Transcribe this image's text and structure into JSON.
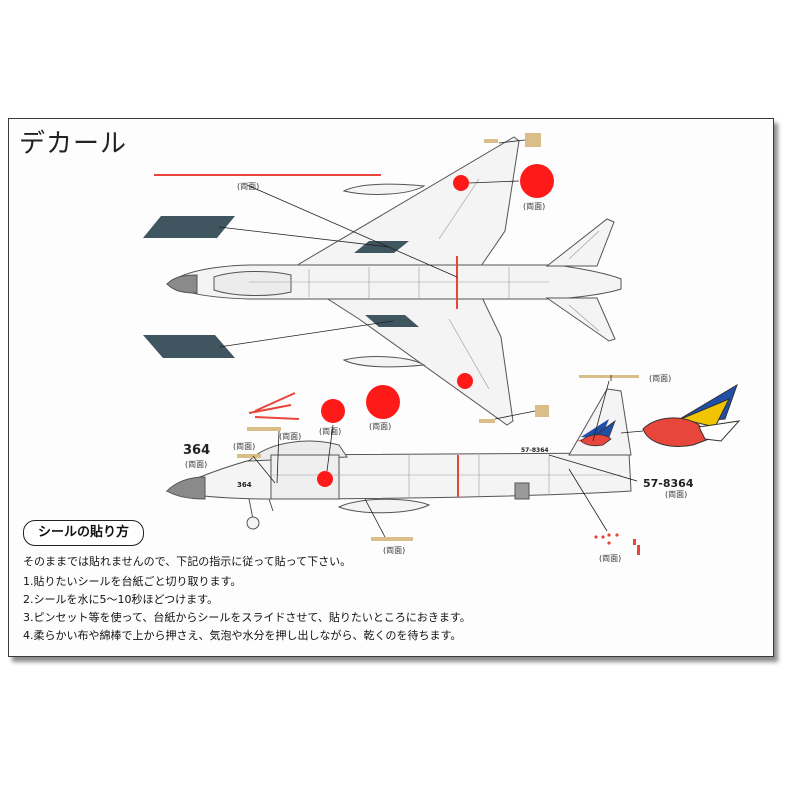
{
  "title": "デカール",
  "labels": {
    "both_sides": "(両面)",
    "serial_big": "57-8364",
    "serial_small": "57-8364",
    "nose_big": "364",
    "nose_small": "364"
  },
  "instructions": {
    "heading": "シールの貼り方",
    "intro": "そのままでは貼れませんので、下記の指示に従って貼って下さい。",
    "steps": [
      "1.貼りたいシールを台紙ごと切り取ります。",
      "2.シールを水に5～10秒ほどつけます。",
      "3.ピンセット等を使って、台紙からシールをスライドさせて、貼りたいところにおきます。",
      "4.柔らかい布や綿棒で上から押さえ、気泡や水分を押し出しながら、乾くのを待ちます。"
    ]
  },
  "colors": {
    "hinomaru": "#ff1a1a",
    "walkway": "#3f5560",
    "stripe": "#e8463a",
    "tan": "#d9be8a",
    "fin_blue": "#1f4fa8",
    "outline": "#555555"
  }
}
